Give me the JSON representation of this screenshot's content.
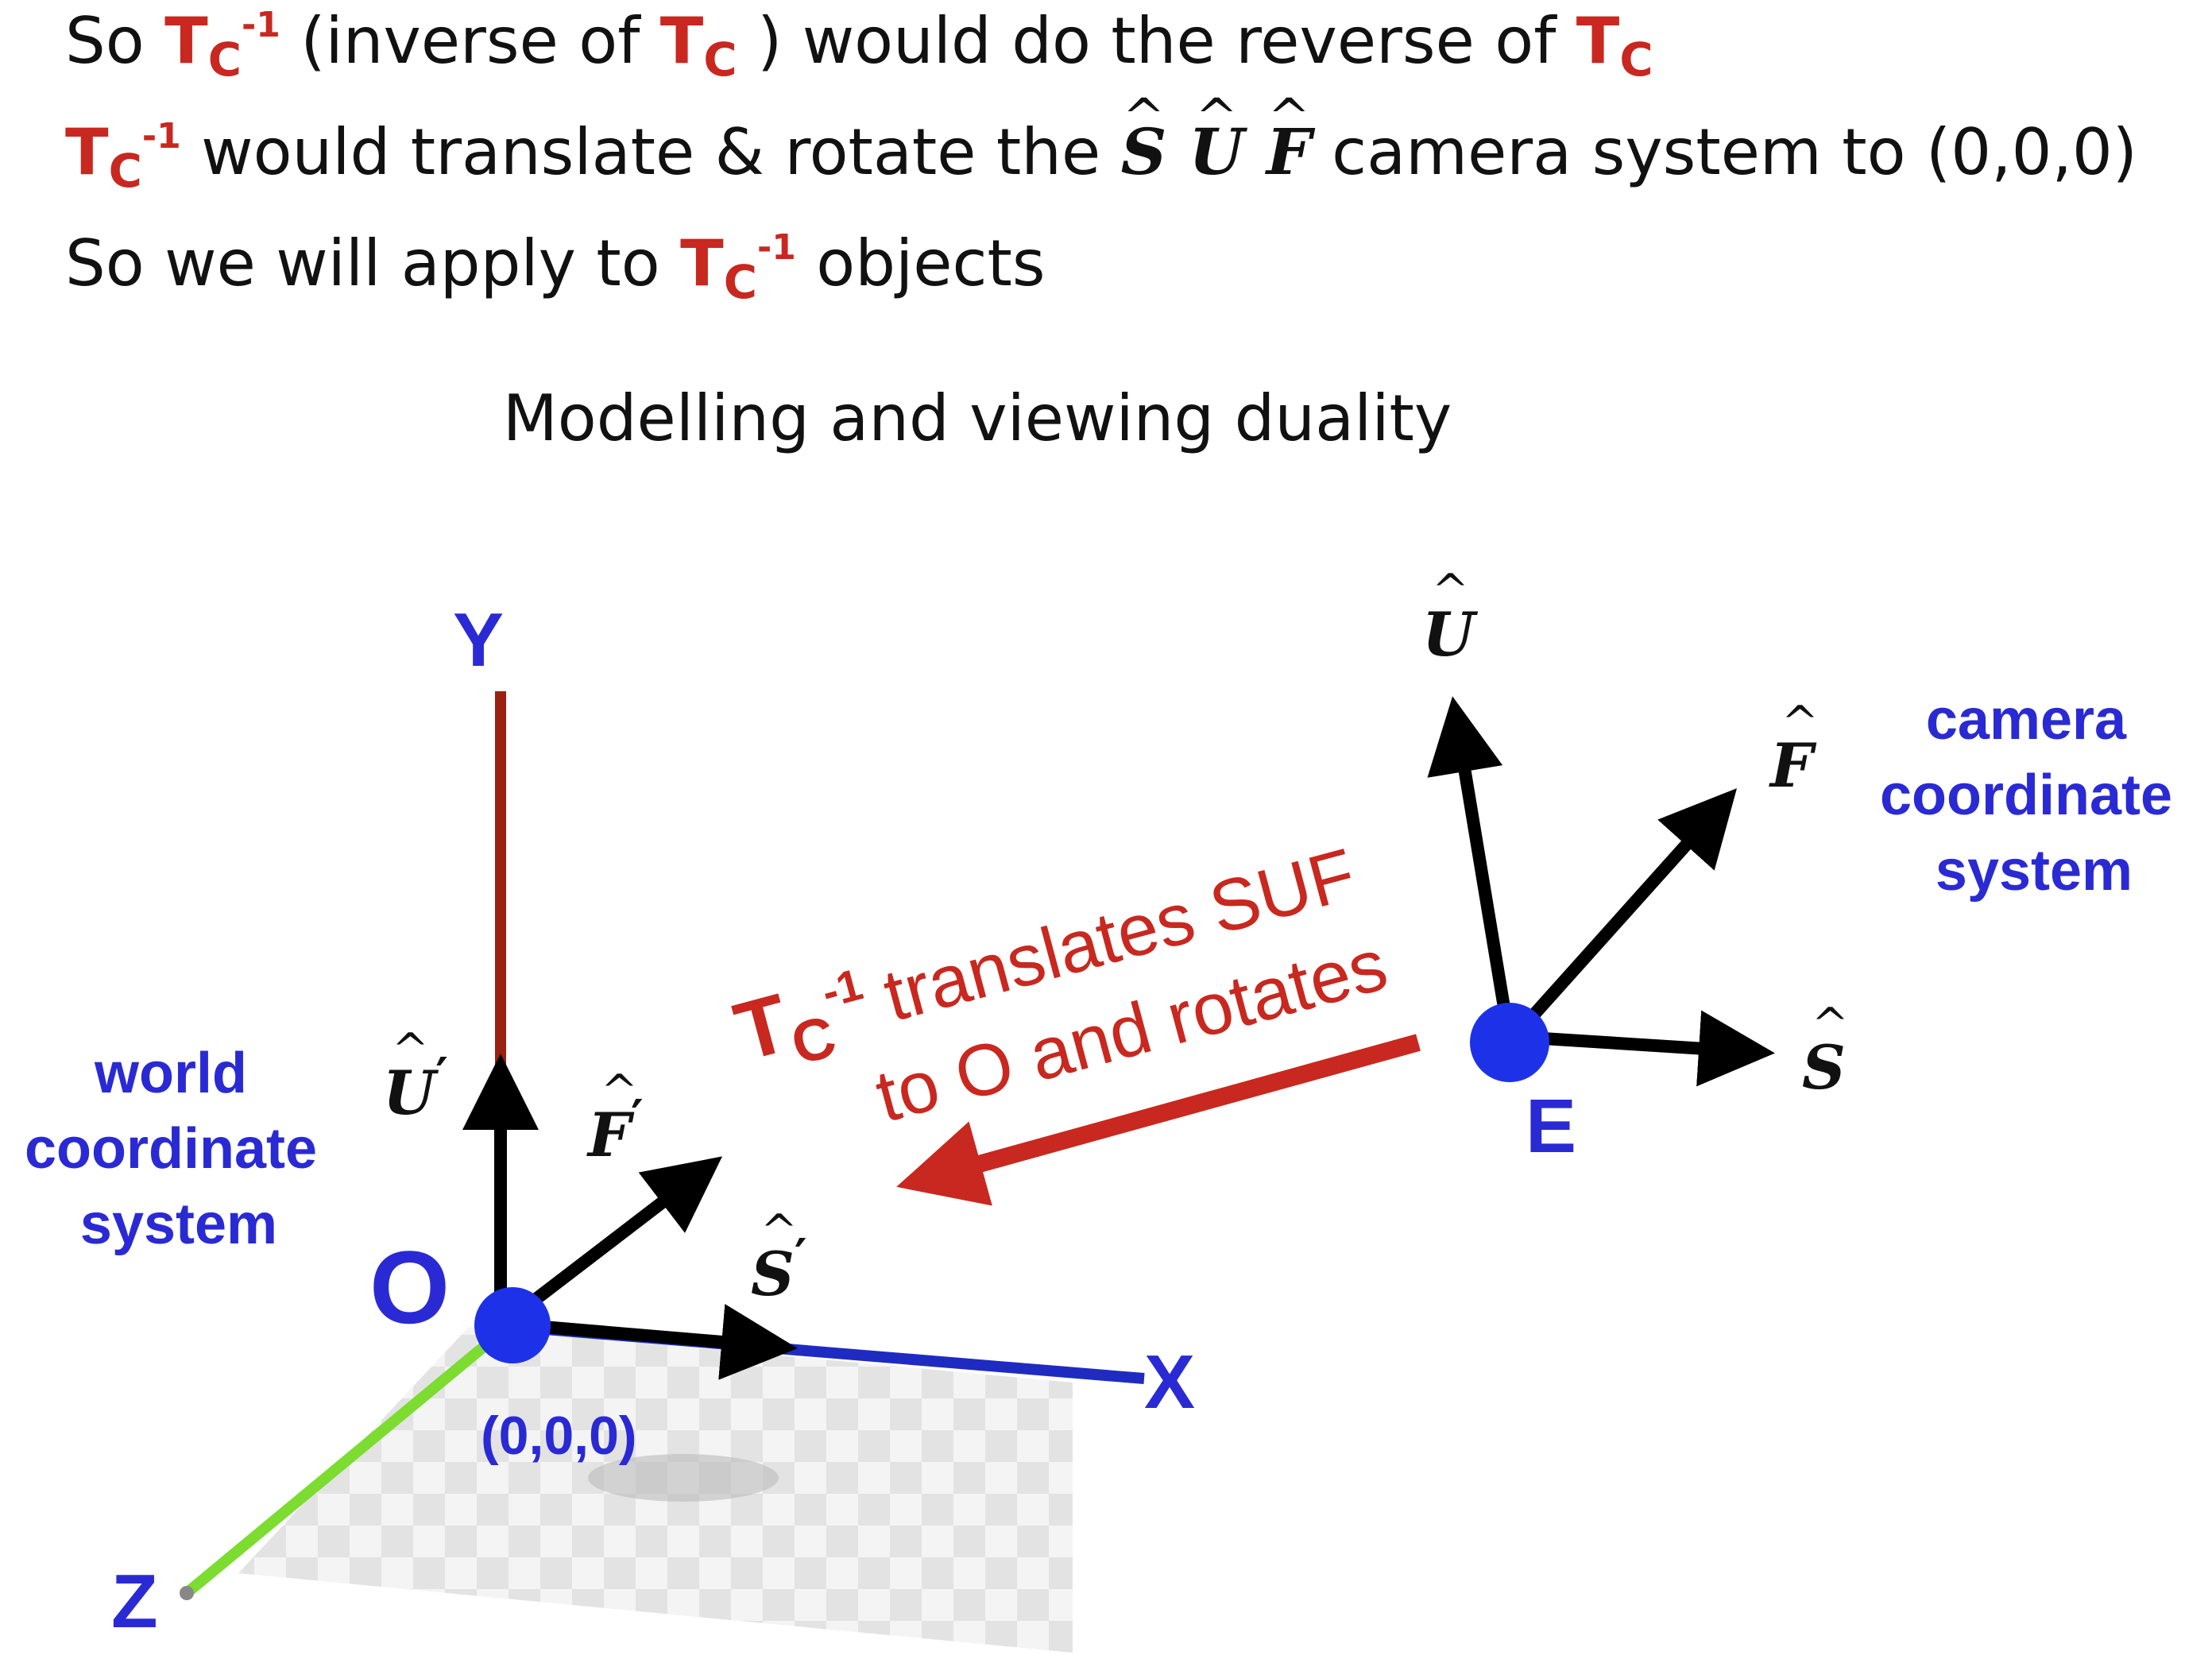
{
  "text_lines": [
    {
      "prefix": "So ",
      "t1": "T",
      "sub1": "C",
      "sup1": "-1",
      "mid": " (inverse of ",
      "t2": "T",
      "sub2": "C",
      "mid2": " ) would do the reverse of ",
      "t3": "T",
      "sub3": "C"
    },
    {
      "t1": "T",
      "sub1": "C",
      "sup1": "-1",
      "mid": " would translate & rotate the ",
      "s": "S",
      "u": "U",
      "f": "F",
      "suffix": " camera system to (0,0,0)"
    },
    {
      "prefix": "So we will apply to ",
      "t1": "T",
      "sub1": "C",
      "sup1": "-1",
      "suffix": " objects"
    }
  ],
  "subtitle": "Modelling and viewing duality",
  "diagram": {
    "world_axes": {
      "y": "Y",
      "x": "X",
      "z": "Z"
    },
    "origin": {
      "name": "O",
      "coords": "(0,0,0)"
    },
    "world_label": [
      "world",
      "coordinate",
      "system"
    ],
    "camera_label": [
      "camera",
      "coordinate",
      "system"
    ],
    "eye": "E",
    "world_vectors": {
      "u": "U",
      "f": "F",
      "s": "S",
      "prime": "′"
    },
    "camera_vectors": {
      "u": "U",
      "f": "F",
      "s": "S"
    },
    "arrow_text": {
      "t": "T",
      "sub": "C",
      "sup": "-1",
      "line1_rest": " translates SUF",
      "line2": "to O and rotates"
    }
  },
  "colors": {
    "red": "#c8281f",
    "blue_text": "#2a2ad4",
    "point": "#1d32e8",
    "y_axis": "#9a2010",
    "x_axis": "#1f2bc0",
    "z_axis": "#7cdc30"
  }
}
